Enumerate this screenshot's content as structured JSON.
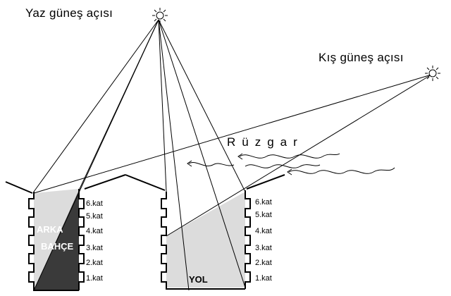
{
  "diagram": {
    "summer_sun_label": "Yaz güneş açısı",
    "winter_sun_label": "Kış güneş açısı",
    "wind_label": "Rüzgar",
    "left_building": {
      "inside_labels": [
        "ARKA",
        "BAHÇE"
      ],
      "floors": [
        "6.kat",
        "5.kat",
        "4.kat",
        "3.kat",
        "2.kat",
        "1.kat"
      ]
    },
    "right_building": {
      "inside_label": "YOL",
      "floors": [
        "6.kat",
        "5.kat",
        "4.kat",
        "3.kat",
        "2.kat",
        "1.kat"
      ]
    }
  },
  "colors": {
    "dark_shade": "#3a3a3a",
    "light_shade": "#dcdcdc",
    "lines": "#000000"
  }
}
